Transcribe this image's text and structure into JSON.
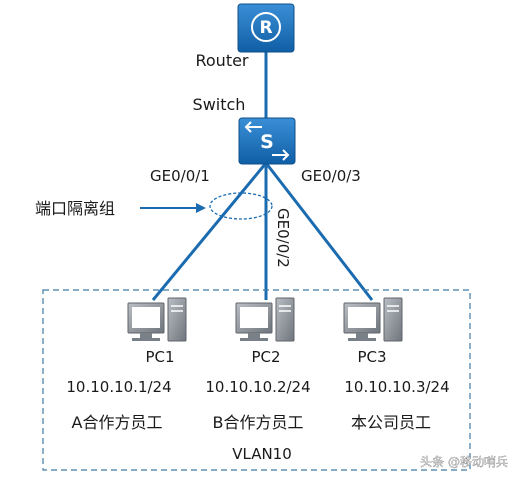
{
  "devices": {
    "router": {
      "label": "Router",
      "glyph": "R"
    },
    "switch": {
      "label": "Switch",
      "glyph": "S"
    }
  },
  "ports": {
    "port1": "GE0/0/1",
    "port2": "GE0/0/2",
    "port3": "GE0/0/3"
  },
  "isolation_group": {
    "label": "端口隔离组"
  },
  "pcs": [
    {
      "name": "PC1",
      "ip": "10.10.10.1/24",
      "role": "A合作方员工"
    },
    {
      "name": "PC2",
      "ip": "10.10.10.2/24",
      "role": "B合作方员工"
    },
    {
      "name": "PC3",
      "ip": "10.10.10.3/24",
      "role": "本公司员工"
    }
  ],
  "vlan": {
    "label": "VLAN10"
  },
  "watermark": {
    "text": "头条 @移动哨兵"
  },
  "colors": {
    "device_blue": "#1d6fb8",
    "device_blue_dark": "#0e4f8c",
    "link_blue": "#1a6bb0",
    "pc_gray": "#8a8f96",
    "dashed_border": "#3f7aa8"
  }
}
